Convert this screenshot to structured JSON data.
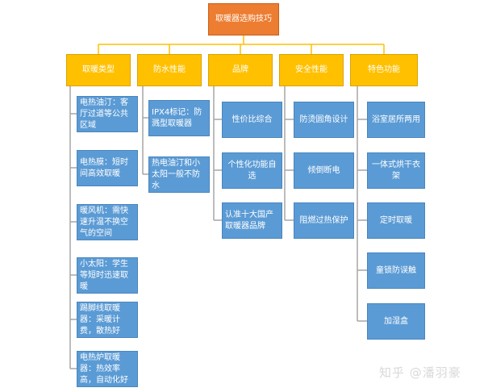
{
  "root": "取暖器选购技巧",
  "categories": [
    {
      "label": "取暖类型",
      "items": [
        "电热油汀：客厅过道等公共区域",
        "电热膜：短时间高效取暖",
        "暖风机：需快速升温不换空气的空间",
        "小太阳：学生等短时迅速取暖",
        "踢脚线取暖器：采暖计费，散热好",
        "电热炉取暖器：热效率高，自动化好"
      ]
    },
    {
      "label": "防水性能",
      "items": [
        "IPX4标记：防溅型取暖器",
        "热电油汀和小太阳一般不防水"
      ]
    },
    {
      "label": "品牌",
      "items": [
        "性价比综合",
        "个性化功能自选",
        "认准十大国产取暖器品牌"
      ]
    },
    {
      "label": "安全性能",
      "items": [
        "防烫圆角设计",
        "倾倒断电",
        "阻燃过热保护"
      ]
    },
    {
      "label": "特色功能",
      "items": [
        "浴室居所两用",
        "一体式烘干衣架",
        "定时取暖",
        "童锁防误触",
        "加湿盒"
      ]
    }
  ],
  "watermark": "知乎 @潘羽豪",
  "colors": {
    "root": "#ED7D31",
    "category": "#FFC000",
    "leaf": "#5B9BD5",
    "connector": "#FFC000",
    "leaf_connector": "#A6A6A6"
  }
}
